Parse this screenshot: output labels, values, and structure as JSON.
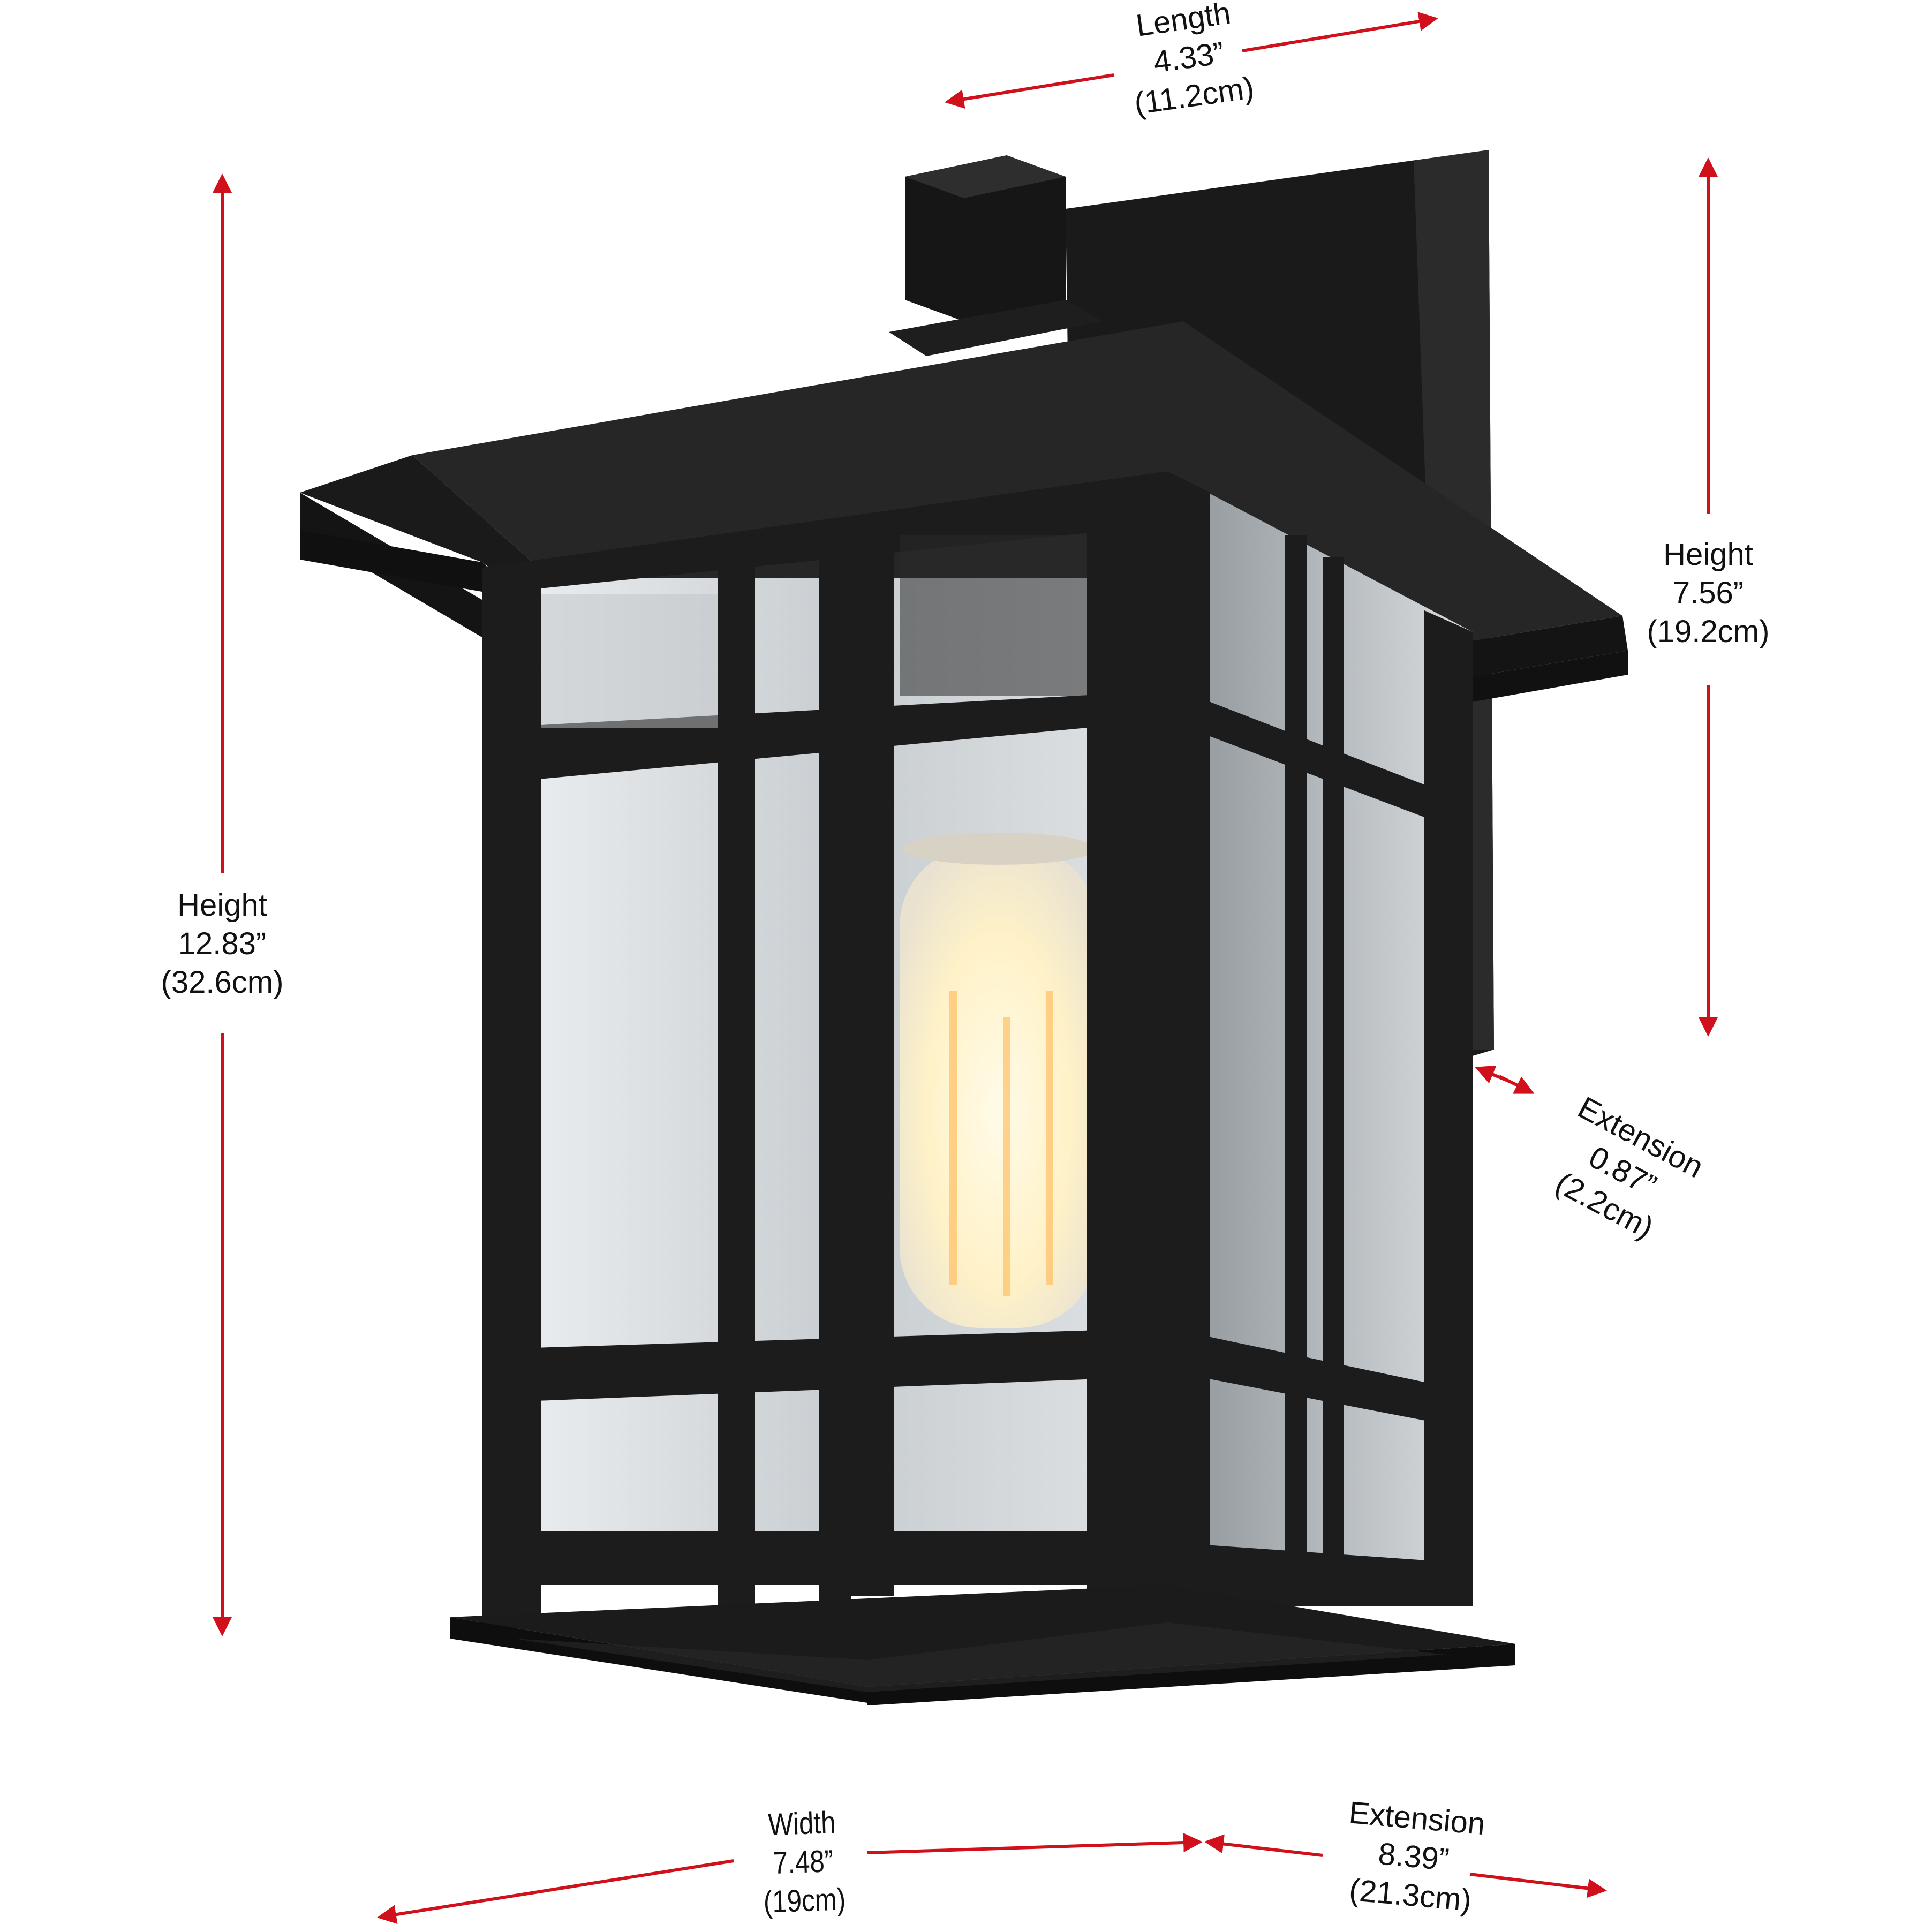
{
  "diagram": {
    "subject": "Black craftsman-style outdoor wall lantern with clear glass panels and exposed filament bulb",
    "colors": {
      "arrow": "#d0101a",
      "fixture": "#1c1c1c",
      "fixture_highlight": "#3a3a3a",
      "glass": "#cfd3d6",
      "bulb_glow": "#fff3cf",
      "filament": "#ffb347",
      "text": "#111111",
      "background": "#ffffff"
    },
    "dimensions": {
      "length": {
        "name": "Length",
        "inches": "4.33”",
        "cm": "(11.2cm)"
      },
      "height_total": {
        "name": "Height",
        "inches": "12.83”",
        "cm": "(32.6cm)"
      },
      "height_backplate": {
        "name": "Height",
        "inches": "7.56”",
        "cm": "(19.2cm)"
      },
      "extension_small": {
        "name": "Extension",
        "inches": "0.87”",
        "cm": "(2.2cm)"
      },
      "width": {
        "name": "Width",
        "inches": "7.48”",
        "cm": "(19cm)"
      },
      "extension": {
        "name": "Extension",
        "inches": "8.39”",
        "cm": "(21.3cm)"
      }
    }
  }
}
